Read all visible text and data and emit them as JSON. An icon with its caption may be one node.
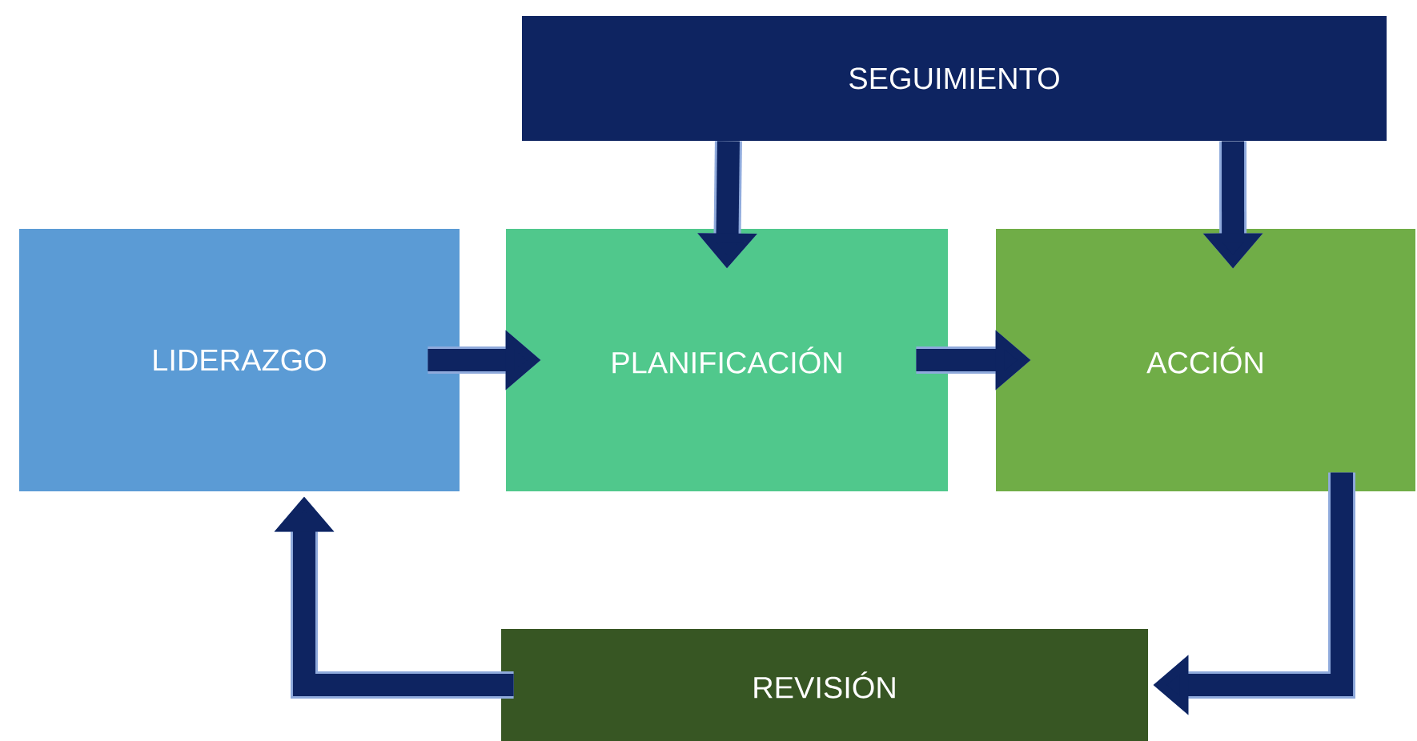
{
  "diagram": {
    "nodes": [
      {
        "text": [
          "SEGUIMIENTO"
        ]
      },
      {
        "text": [
          "LIDERAZGO"
        ]
      },
      {
        "text": [
          "PLANIFICACIÓN"
        ]
      },
      {
        "text": [
          "ACCIÓN"
        ]
      },
      {
        "text": [
          "REVISIÓN"
        ]
      }
    ],
    "edges": [
      {
        "from": 0,
        "to": 2,
        "arrow": "to"
      },
      {
        "from": 0,
        "to": 3,
        "arrow": "to"
      },
      {
        "from": 1,
        "to": 2,
        "arrow": "to"
      },
      {
        "from": 2,
        "to": 3,
        "arrow": "to"
      },
      {
        "from": 3,
        "to": 4,
        "arrow": "to"
      },
      {
        "from": 4,
        "to": 1,
        "arrow": "to"
      }
    ]
  }
}
